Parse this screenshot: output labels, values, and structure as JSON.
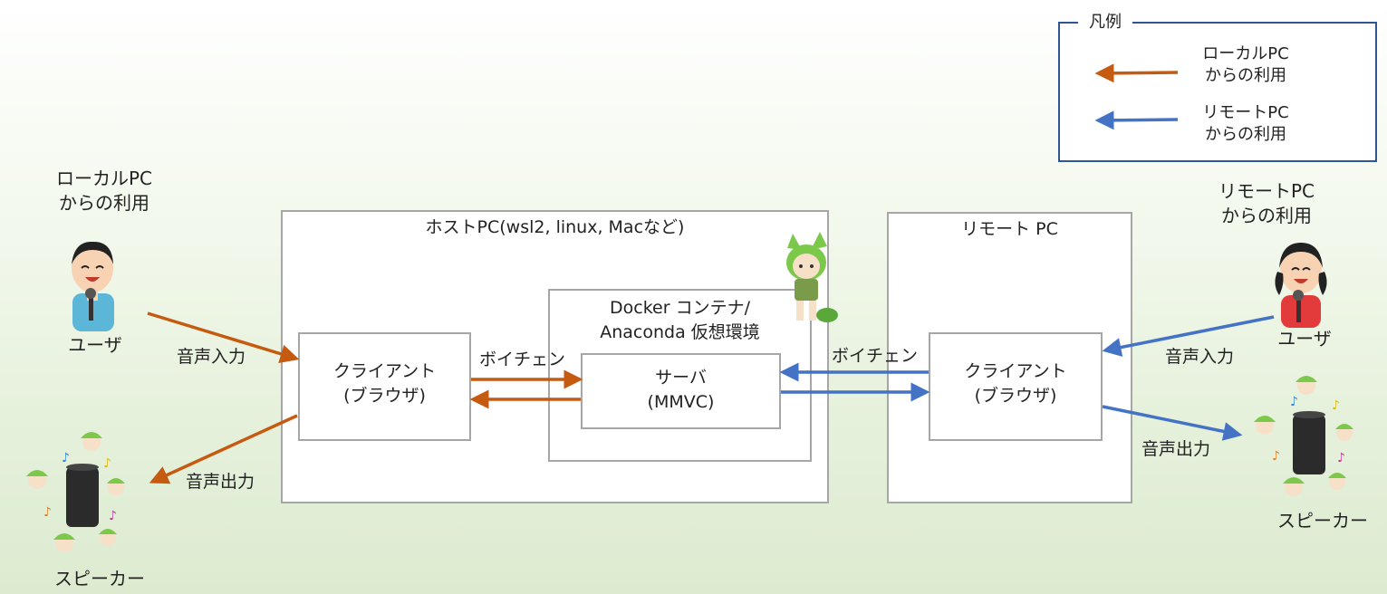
{
  "legend": {
    "title": "凡例",
    "local": [
      "ローカルPC",
      "からの利用"
    ],
    "remote": [
      "リモートPC",
      "からの利用"
    ]
  },
  "colors": {
    "local": "#c55a11",
    "remote": "#4472c4",
    "box_border": "#a6a6a6",
    "legend_border": "#2f5597"
  },
  "left": {
    "caption": [
      "ローカルPC",
      "からの利用"
    ],
    "user": "ユーザ",
    "speaker": "スピーカー",
    "voice_in": "音声入力",
    "voice_out": "音声出力"
  },
  "host": {
    "title": "ホストPC(wsl2, linux, Macなど)",
    "client": [
      "クライアント",
      "(ブラウザ)"
    ],
    "container": [
      "Docker コンテナ/",
      "Anaconda 仮想環境"
    ],
    "server": [
      "サーバ",
      "(MMVC)"
    ],
    "voice_change": "ボイチェン"
  },
  "remote_pc": {
    "title": "リモート PC",
    "client": [
      "クライアント",
      "(ブラウザ)"
    ],
    "voice_change": "ボイチェン"
  },
  "right": {
    "caption": [
      "リモートPC",
      "からの利用"
    ],
    "user": "ユーザ",
    "speaker": "スピーカー",
    "voice_in": "音声入力",
    "voice_out": "音声出力"
  },
  "icons": {
    "user_left": "boy-singing-icon",
    "user_right": "girl-singing-icon",
    "speaker": "smart-speaker-icon",
    "mascot": "zundamon-character-icon",
    "note": "music-note-icon"
  }
}
